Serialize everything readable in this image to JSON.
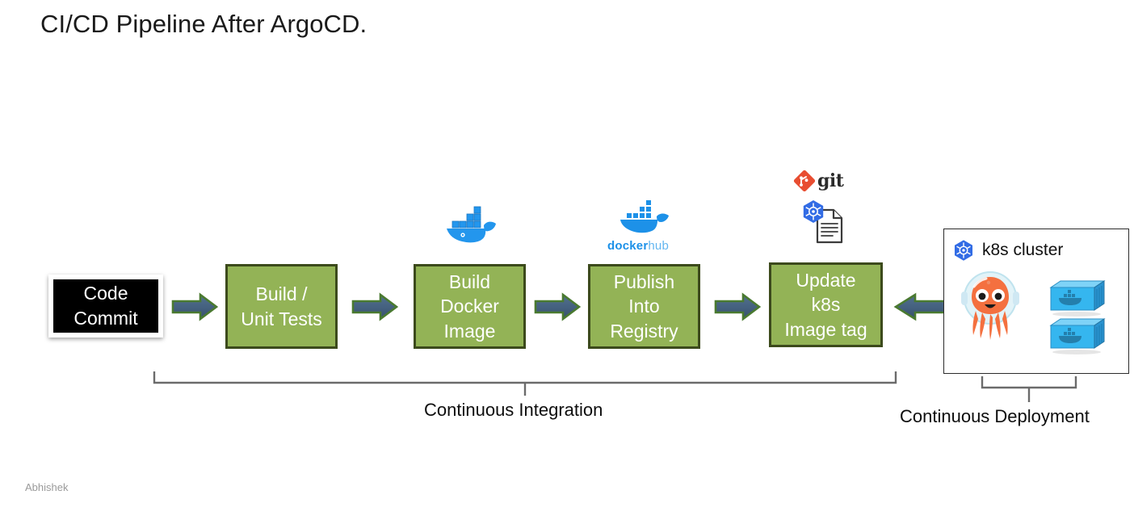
{
  "slide": {
    "title": "CI/CD Pipeline After ArgoCD.",
    "footer_author": "Abhishek",
    "background_color": "#ffffff"
  },
  "colors": {
    "stage_green_fill": "#93b356",
    "stage_green_border": "#3c4a1c",
    "stage_black_fill": "#000000",
    "arrow_fill": "#44607e",
    "arrow_border": "#4a7a30",
    "bracket_line": "#6b6b6b",
    "k8s_blue": "#326ce5",
    "docker_blue": "#1d91e8",
    "git_red": "#e84d31",
    "argo_orange": "#ef7b4d",
    "footer_gray": "#9a9a9a"
  },
  "pipeline": {
    "stages": [
      {
        "id": "code-commit",
        "label": "Code\nCommit",
        "style": "black"
      },
      {
        "id": "build-unit-tests",
        "label": "Build /\nUnit Tests",
        "style": "green"
      },
      {
        "id": "build-docker-image",
        "label": "Build\nDocker\nImage",
        "style": "green"
      },
      {
        "id": "publish-registry",
        "label": "Publish\nInto\nRegistry",
        "style": "green"
      },
      {
        "id": "update-k8s-tag",
        "label": "Update\nk8s\nImage tag",
        "style": "green"
      }
    ],
    "arrows": [
      {
        "id": "arrow-1",
        "direction": "right"
      },
      {
        "id": "arrow-2",
        "direction": "right"
      },
      {
        "id": "arrow-3",
        "direction": "right"
      },
      {
        "id": "arrow-4",
        "direction": "right"
      },
      {
        "id": "arrow-5",
        "direction": "left"
      }
    ]
  },
  "logos": {
    "docker_whale": "docker-whale-logo",
    "dockerhub": {
      "icon": "dockerhub-whale-logo",
      "word_docker": "docker",
      "word_hub": "hub"
    },
    "git": {
      "icon": "git-diamond-logo",
      "word": "git"
    },
    "k8s_manifest": "k8s-manifest-file-icon"
  },
  "cluster": {
    "title": "k8s cluster",
    "icon": "kubernetes-wheel-icon",
    "argocd_mascot": "argocd-octopus-icon",
    "containers": [
      {
        "id": "container-1",
        "icon": "docker-container-icon"
      },
      {
        "id": "container-2",
        "icon": "docker-container-icon"
      }
    ]
  },
  "annotations": [
    {
      "id": "continuous-integration",
      "label": "Continuous Integration"
    },
    {
      "id": "continuous-deployment",
      "label": "Continuous Deployment"
    }
  ]
}
